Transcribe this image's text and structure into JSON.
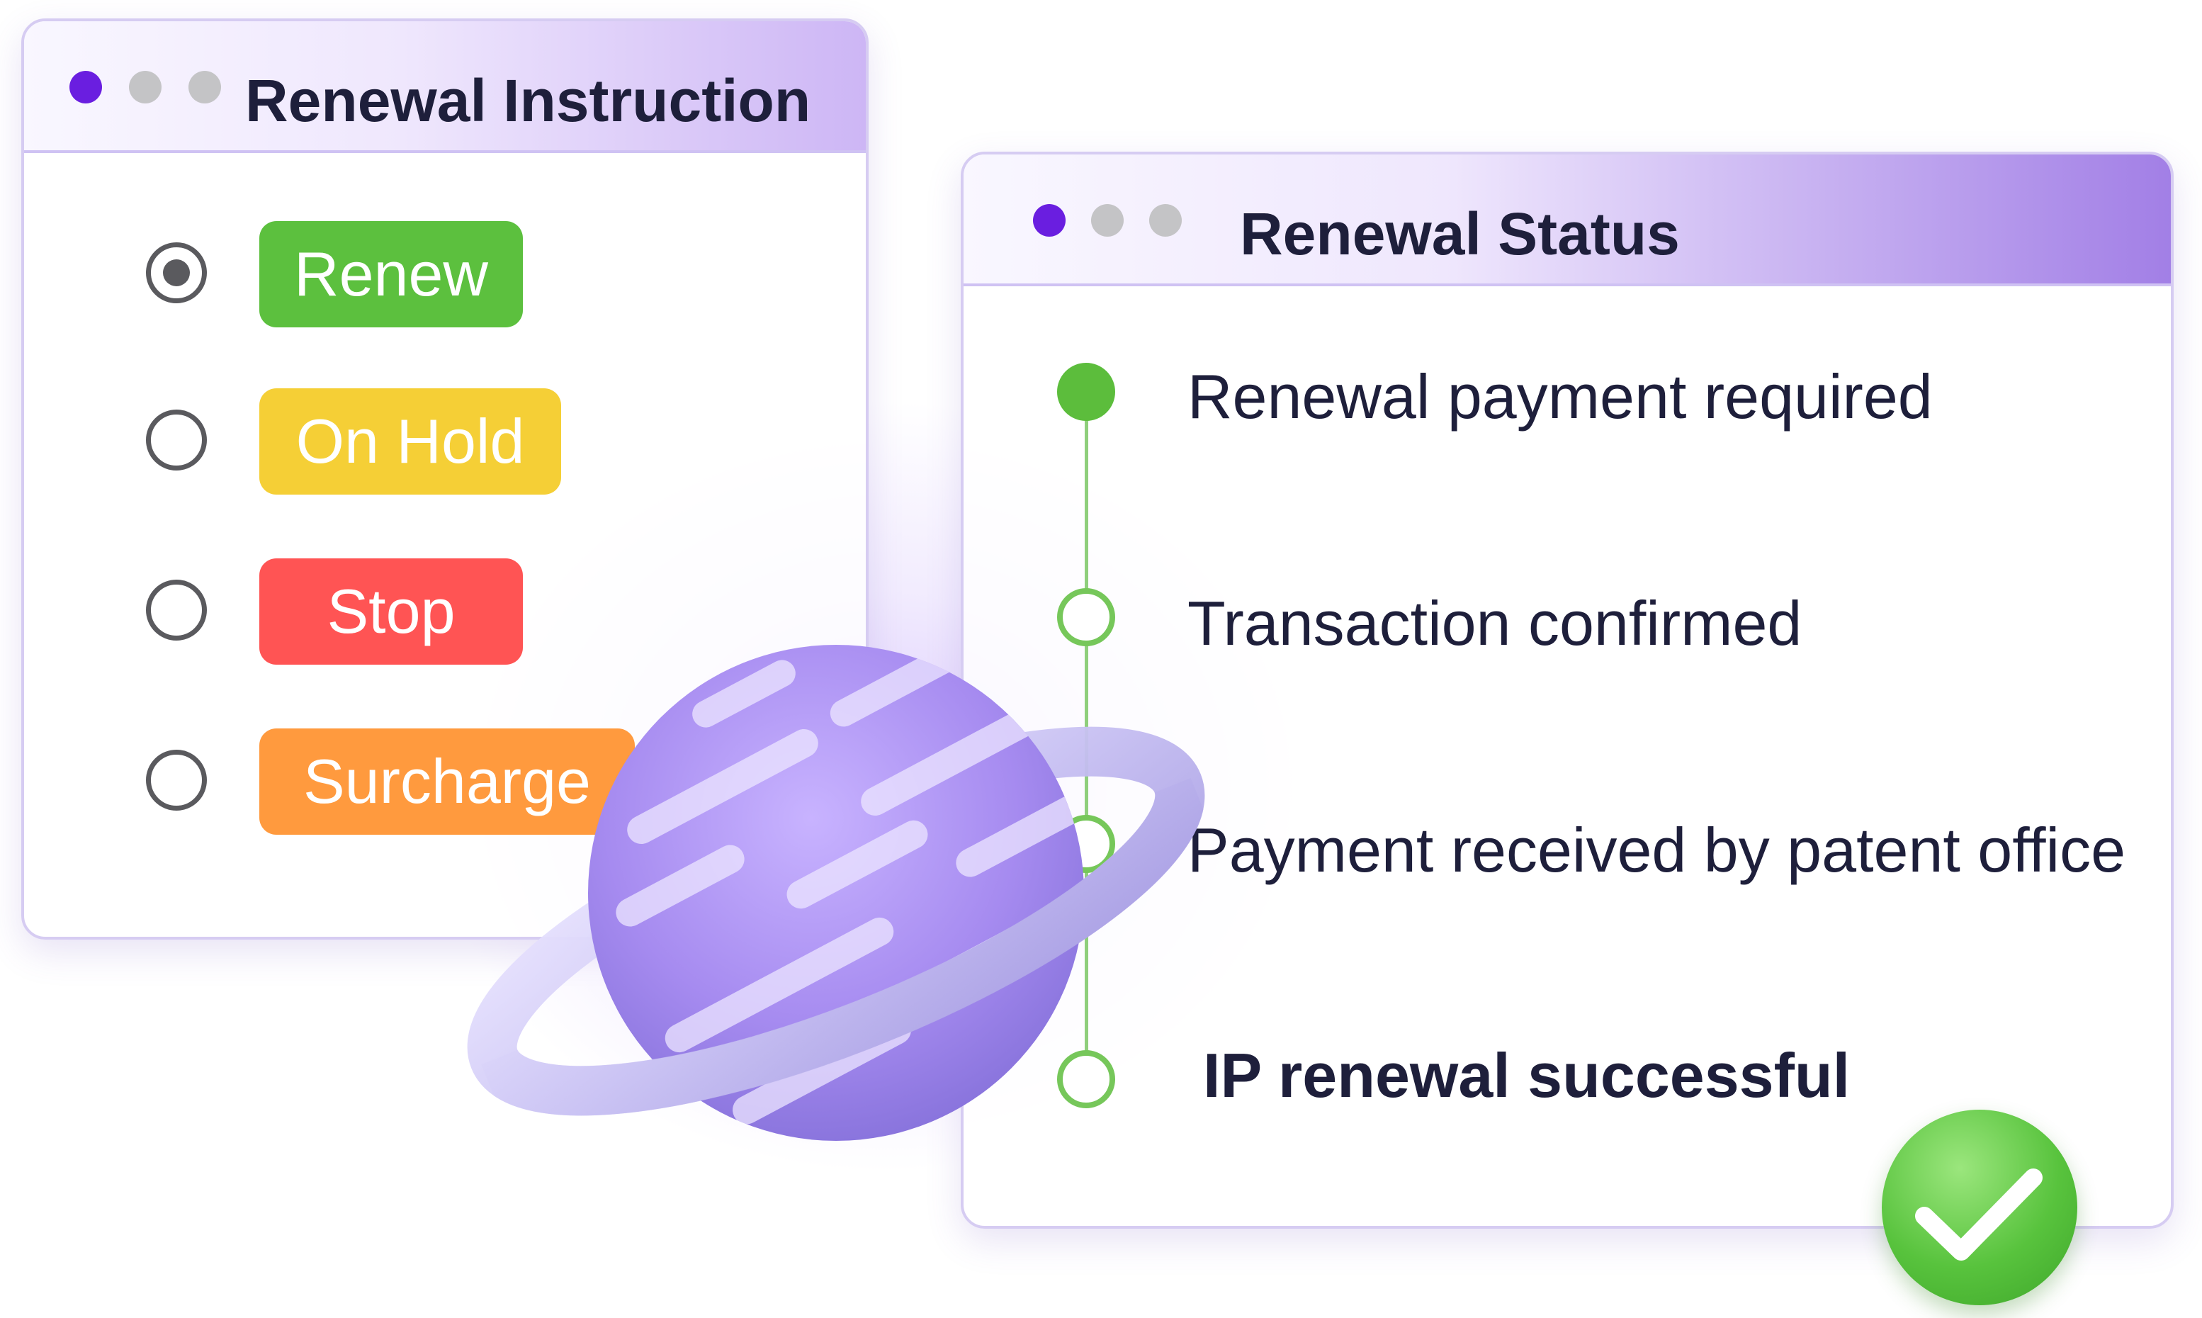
{
  "colors": {
    "dot_active": "#6a1ee0",
    "dot_inactive": "#c4c4c6",
    "renew": "#5cc03e",
    "on_hold": "#f5cf36",
    "stop": "#ff5454",
    "surcharge": "#ff9a3e",
    "timeline_green": "#76c75a"
  },
  "instruction_window": {
    "title": "Renewal Instruction",
    "options": [
      {
        "label": "Renew",
        "selected": true
      },
      {
        "label": "On Hold",
        "selected": false
      },
      {
        "label": "Stop",
        "selected": false
      },
      {
        "label": "Surcharge",
        "selected": false
      }
    ]
  },
  "status_window": {
    "title": "Renewal Status",
    "steps": [
      {
        "label": "Renewal payment required",
        "done": true
      },
      {
        "label": "Transaction confirmed",
        "done": false
      },
      {
        "label": "Payment received by patent office",
        "done": false
      },
      {
        "label": "IP renewal successful",
        "done": false
      }
    ]
  },
  "icons": {
    "planet": "planet-icon",
    "check": "checkmark-icon"
  }
}
